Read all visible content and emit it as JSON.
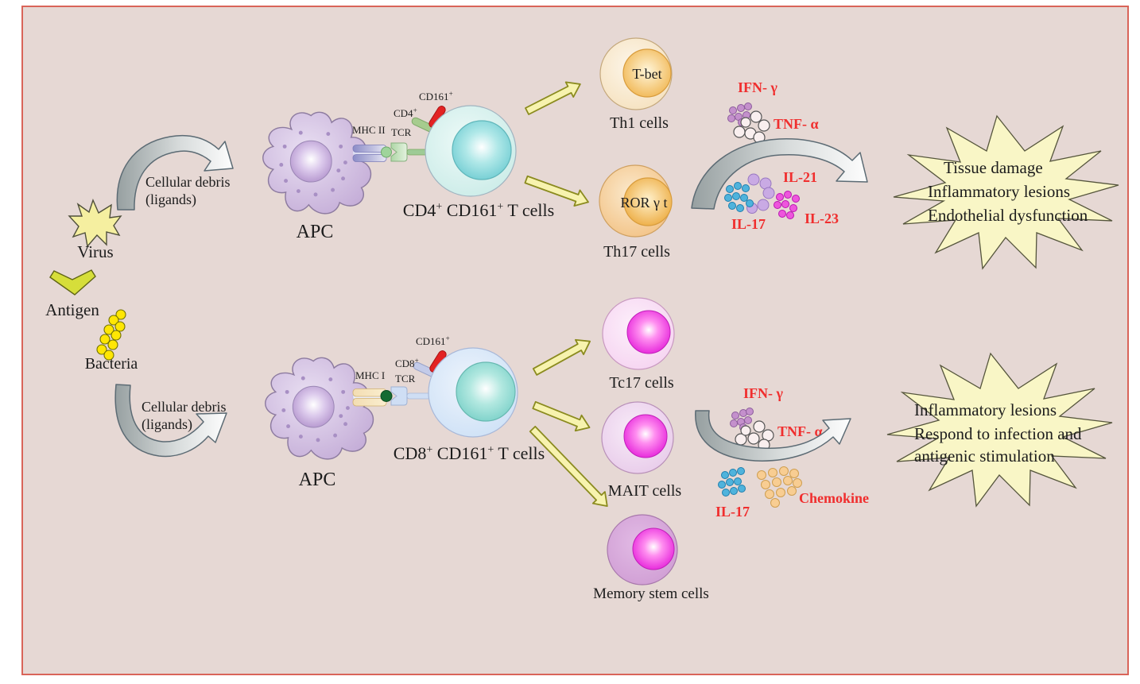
{
  "figure": {
    "description": "Immunology pathway diagram: CD161+ T cell differentiation from antigen presentation to effector outcomes"
  },
  "labels": {
    "virus": "Virus",
    "antigen": "Antigen",
    "bacteria": "Bacteria",
    "apc": "APC",
    "cellular_debris": {
      "line1": "Cellular debris",
      "line2": "(ligands)"
    },
    "mhc2": "MHC II",
    "mhc1": "MHC I",
    "tcr": "TCR",
    "cd4": {
      "base": "CD4",
      "sup": "+"
    },
    "cd8": {
      "base": "CD8",
      "sup": "+"
    },
    "cd161": {
      "base": "CD161",
      "sup": "+"
    },
    "cd4_tcells": {
      "p1": "CD4",
      "s1": "+",
      "p2": " CD161",
      "s2": "+",
      "p3": " T cells"
    },
    "cd8_tcells": {
      "p1": "CD8",
      "s1": "+",
      "p2": " CD161",
      "s2": "+",
      "p3": " T cells"
    }
  },
  "cells": {
    "th1": {
      "marker": "T-bet",
      "label": "Th1 cells"
    },
    "th17": {
      "marker": "ROR γ t",
      "label": "Th17 cells"
    },
    "tc17": {
      "label": "Tc17  cells"
    },
    "mait": {
      "label": "MAIT cells"
    },
    "memory": {
      "label": "Memory stem cells"
    }
  },
  "cytokines": {
    "top": {
      "ifn": "IFN- γ",
      "tnf": "TNF- α",
      "il21": "IL-21",
      "il17": "IL-17",
      "il23": "IL-23"
    },
    "bottom": {
      "ifn": "IFN- γ",
      "tnf": "TNF- α",
      "il17": "IL-17",
      "chemokine": "Chemokine"
    }
  },
  "outcomes": {
    "top": {
      "l1": "Tissue damage",
      "l2": "Inflammatory lesions",
      "l3": "Endothelial dysfunction"
    },
    "bottom": {
      "l1": "Inflammatory lesions",
      "l2": "Respond to infection and",
      "l3": "antigenic stimulation"
    }
  },
  "colors": {
    "panel_bg": "#e6d8d4",
    "panel_border": "#d96459",
    "red_label": "#f02e2e",
    "black_label": "#1c1c1c",
    "starburst_fill": "#f9f6c6",
    "yellow_arrow_fill": "#f7f3ae",
    "gray_arrow": "#9aa2a2",
    "apc_fill": "#cbb6dc",
    "t_cell_top_fill": "#cdeeea",
    "t_cell_bottom_fill": "#cfe1f7",
    "th_nucleus": "#f0b44e",
    "magenta_nucleus": "#e318d8",
    "virus_fill": "#f5efa0",
    "antigen_fill": "#d6de3a",
    "bacteria_fill": "#ffe604",
    "ifn_dot": "#c490cc",
    "tnf_dot": "#f9efef",
    "il21_dot": "#c9aae4",
    "il17_dot": "#4fb3dc",
    "il23_dot": "#ee55dd",
    "chemokine_dot": "#f8cd92",
    "cd161_rod": "#e32222",
    "cd4_rod": "#a6cc8e",
    "cd8_rod": "#c3cbe9"
  }
}
